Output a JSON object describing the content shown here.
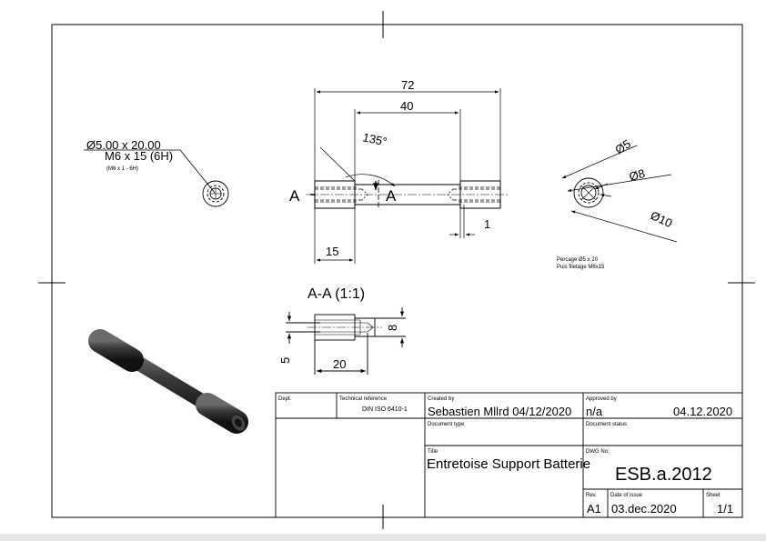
{
  "dimensions": {
    "overall_length": "72",
    "inner_length": "40",
    "angle": "135°",
    "shoulder_length": "15",
    "step": "1"
  },
  "section_marks": {
    "left": "A",
    "right": "A"
  },
  "hole_callout": {
    "line1": "Ø5.00 x 20.00",
    "line2": "M6 x 15 (6H)",
    "line3": "(M6 x 1 - 6H)"
  },
  "end_view": {
    "d1": "Ø5",
    "d2": "Ø8",
    "d3": "Ø10",
    "note_line1": "Percage Ø5 x 20",
    "note_line2": "Puis filetage M6x15"
  },
  "section_view": {
    "title": "A-A (1:1)",
    "dim_depth": "20",
    "dim_hole": "5",
    "dim_thread": "8"
  },
  "title_block": {
    "dept_label": "Dept.",
    "techref_label": "Technical reference",
    "techref_value": "DIN ISO 6410-1",
    "created_label": "Created by",
    "created_value": "Sebastien Mllrd 04/12/2020",
    "approved_label": "Approved by",
    "approved_value": "n/a",
    "approved_date": "04.12.2020",
    "doctype_label": "Document type",
    "docstatus_label": "Document status",
    "title_label": "Title",
    "title_value": "Entretoise Support Batterie",
    "dwgno_label": "DWG No.",
    "dwgno_value": "ESB.a.2012",
    "rev_label": "Rev.",
    "rev_value": "A1",
    "date_label": "Date of issue",
    "date_value": "03.dec.2020",
    "sheet_label": "Sheet",
    "sheet_value": "1/1"
  }
}
